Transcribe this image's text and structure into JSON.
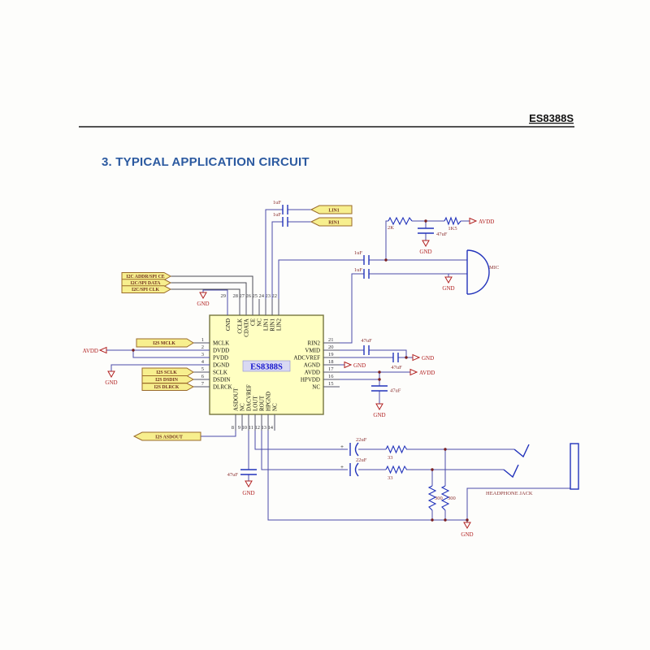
{
  "page": {
    "header_title": "ES8388S",
    "section_title": "3.  TYPICAL APPLICATION CIRCUIT"
  },
  "ic": {
    "name": "ES8388S",
    "left_pins": [
      {
        "n": "1",
        "label": "MCLK"
      },
      {
        "n": "2",
        "label": "DVDD"
      },
      {
        "n": "3",
        "label": "PVDD"
      },
      {
        "n": "4",
        "label": "DGND"
      },
      {
        "n": "5",
        "label": "SCLK"
      },
      {
        "n": "6",
        "label": "DSDIN"
      },
      {
        "n": "7",
        "label": "DLRCK"
      }
    ],
    "bottom_pins": [
      {
        "n": "8",
        "label": "ASDOUT"
      },
      {
        "n": "9",
        "label": "NC"
      },
      {
        "n": "10",
        "label": "DACVREF"
      },
      {
        "n": "11",
        "label": "LOUT"
      },
      {
        "n": "12",
        "label": "ROUT"
      },
      {
        "n": "13",
        "label": "HPGND"
      },
      {
        "n": "14",
        "label": "NC"
      }
    ],
    "right_pins": [
      {
        "n": "21",
        "label": "RIN2"
      },
      {
        "n": "20",
        "label": "VMID"
      },
      {
        "n": "19",
        "label": "ADCVREF"
      },
      {
        "n": "18",
        "label": "AGND"
      },
      {
        "n": "17",
        "label": "AVDD"
      },
      {
        "n": "16",
        "label": "HPVDD"
      },
      {
        "n": "15",
        "label": "NC"
      }
    ],
    "top_pins": [
      {
        "n": "29",
        "label": "GND"
      },
      {
        "n": "28",
        "label": "CCLK"
      },
      {
        "n": "27",
        "label": "CDATA"
      },
      {
        "n": "26",
        "label": "CE"
      },
      {
        "n": "25",
        "label": "NC"
      },
      {
        "n": "24",
        "label": "LIN1"
      },
      {
        "n": "23",
        "label": "RIN1"
      },
      {
        "n": "22",
        "label": "LIN2"
      }
    ]
  },
  "flags": {
    "mclk": "I2S MCLK",
    "sclk": "I2S SCLK",
    "dsdin": "I2S DSDIN",
    "dlrck": "I2S DLRCK",
    "asdout": "I2S ASDOUT",
    "ce": "I2C ADDR/SPI CE",
    "data": "I2C/SPI DATA",
    "clk": "I2C/SPI CLK",
    "lin1": "LIN1",
    "rin1": "RIN1"
  },
  "values": {
    "c1uf": "1uF",
    "c47uf": "47uF",
    "c22uf": "22uF",
    "r2k": "2K",
    "r1k5": "1K5",
    "r33": "33",
    "r300": "300",
    "plus": "+"
  },
  "power": {
    "gnd": "GND",
    "avdd": "AVDD"
  },
  "labels": {
    "mic": "MIC",
    "headphone_jack": "HEADPHONE JACK"
  },
  "colors": {
    "wire": "#4a4aa8",
    "symbol": "#2233bb",
    "value_text": "#8b3030",
    "power_text": "#b22222",
    "ic_fill": "#ffffc2",
    "flag_fill": "#f7ef8e",
    "title": "#2c5aa0"
  }
}
